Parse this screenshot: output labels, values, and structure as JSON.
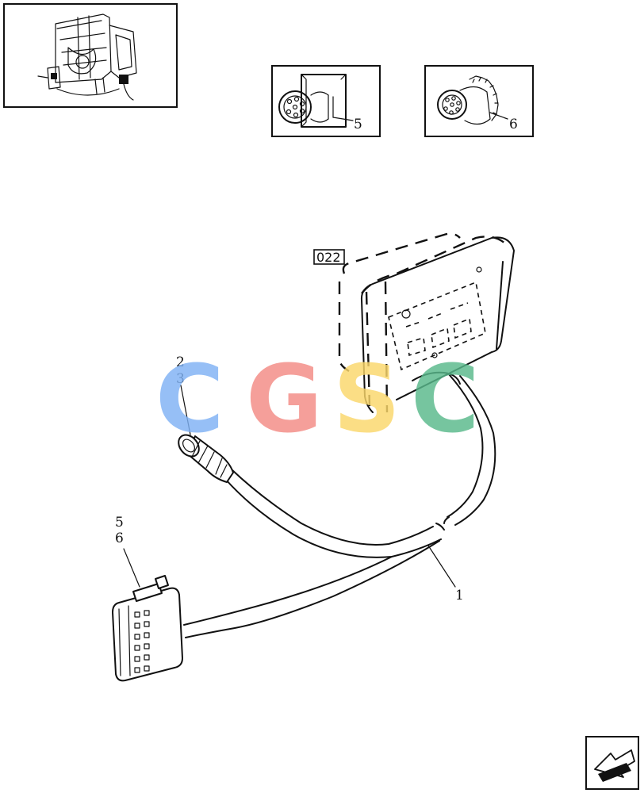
{
  "reference_box": {
    "label": "022"
  },
  "callouts": {
    "c1": "1",
    "c2": "2",
    "c3": "3",
    "c5a": "5",
    "c6a": "6",
    "c5b": "5",
    "c6b": "6"
  },
  "watermark": {
    "letters": [
      "C",
      "G",
      "S",
      "C"
    ],
    "colors": [
      "#7fb2f5",
      "#f48b84",
      "#fbd76b",
      "#58b98b"
    ]
  },
  "colors": {
    "line": "#111111",
    "background": "#ffffff"
  }
}
